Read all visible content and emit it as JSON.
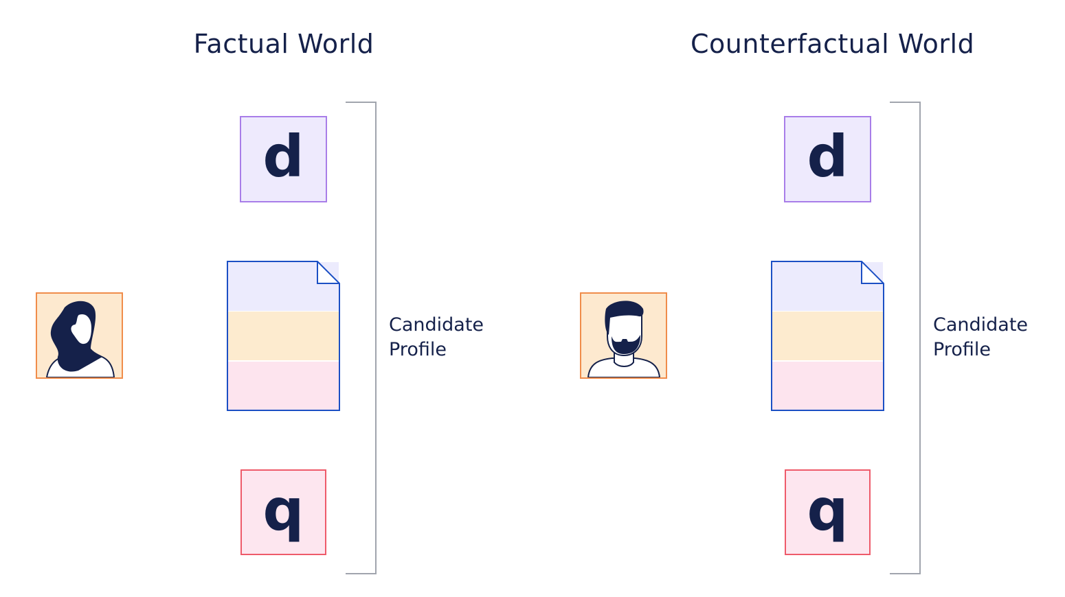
{
  "worlds": [
    {
      "title": "Factual World",
      "d_label": "d",
      "q_label": "q",
      "profile_line1": "Candidate",
      "profile_line2": "Profile",
      "avatar": "woman-avatar-icon"
    },
    {
      "title": "Counterfactual World",
      "d_label": "d",
      "q_label": "q",
      "profile_line1": "Candidate",
      "profile_line2": "Profile",
      "avatar": "man-avatar-icon"
    }
  ],
  "colors": {
    "text": "#15214a",
    "d_border": "#a87de8",
    "q_border": "#ee5a6a",
    "doc_border": "#1b4fc4",
    "avatar_border": "#f08c4a",
    "bracket": "#a0a4ad"
  }
}
